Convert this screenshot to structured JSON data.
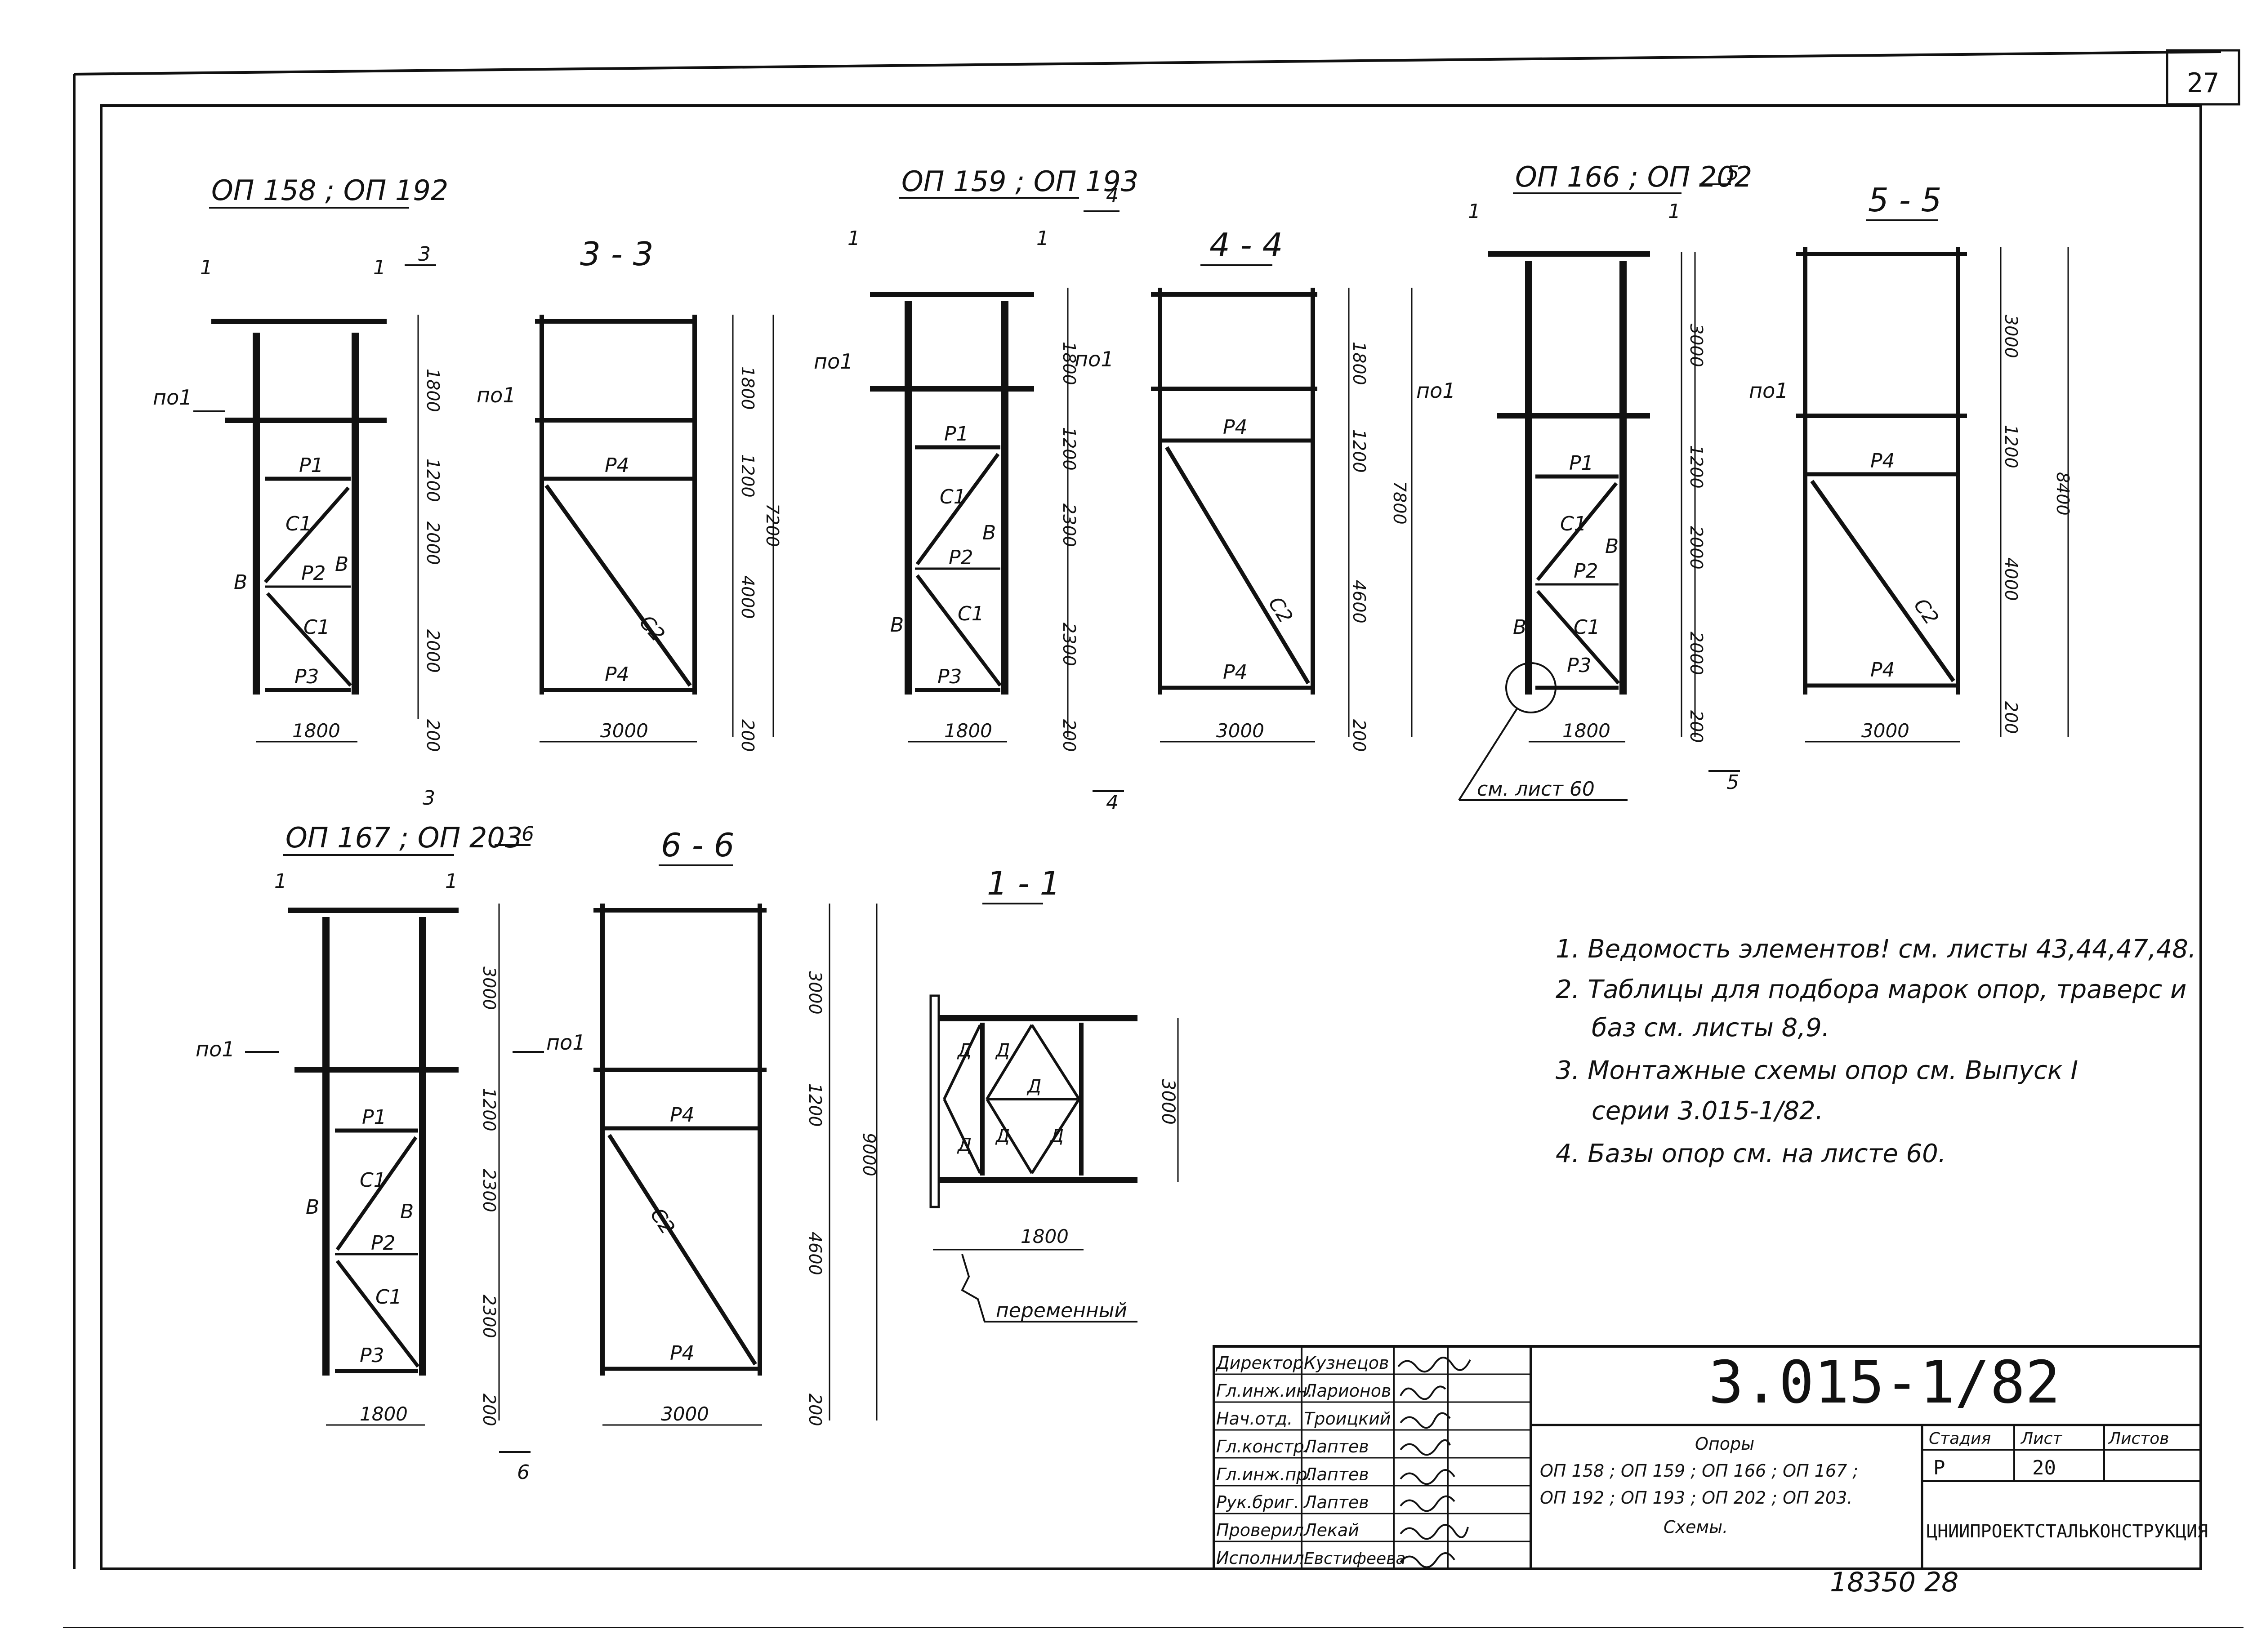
{
  "sheet_number": "27",
  "frames": [
    {
      "title": "ОП 158 ; ОП 192",
      "section_label": "3",
      "cut_mark": "1",
      "platform_mark": "по1",
      "dims_right": [
        "1800",
        "1200",
        "2000",
        "2000",
        "200"
      ],
      "total_height": "",
      "width": "1800",
      "members": {
        "top": "Р1",
        "mid": "Р2",
        "bottom": "Р3",
        "diag": "С1",
        "post": "В"
      }
    },
    {
      "title": "ОП 159 ; ОП 193",
      "section_label": "4",
      "cut_mark": "1",
      "platform_mark": "по1",
      "dims_right": [
        "1800",
        "1200",
        "2300",
        "2300",
        "200"
      ],
      "total_height": "",
      "width": "1800",
      "members": {
        "top": "Р1",
        "mid": "Р2",
        "bottom": "Р3",
        "diag": "С1",
        "post": "В"
      }
    },
    {
      "title": "ОП 166 ; ОП 202",
      "section_label": "5",
      "cut_mark": "1",
      "platform_mark": "по1",
      "dims_right": [
        "3000",
        "1200",
        "2000",
        "2000",
        "200"
      ],
      "total_height": "",
      "width": "1800",
      "members": {
        "top": "Р1",
        "mid": "Р2",
        "bottom": "Р3",
        "diag": "С1",
        "post": "В"
      }
    },
    {
      "title": "ОП 167 ; ОП 203",
      "section_label": "6",
      "cut_mark": "1",
      "platform_mark": "по1",
      "dims_right": [
        "3000",
        "1200",
        "2300",
        "2300",
        "200"
      ],
      "total_height": "",
      "width": "1800",
      "members": {
        "top": "Р1",
        "mid": "Р2",
        "bottom": "Р3",
        "diag": "С1",
        "post": "В"
      }
    }
  ],
  "sections": [
    {
      "title": "3 - 3",
      "dims_right": [
        "1800",
        "1200",
        "4000",
        "200"
      ],
      "total_height": "7200",
      "width": "3000",
      "members": {
        "top": "Р4",
        "bottom": "Р4",
        "diag": "С2"
      },
      "section_label": "3"
    },
    {
      "title": "4 - 4",
      "dims_right": [
        "1800",
        "1200",
        "4600",
        "200"
      ],
      "total_height": "7800",
      "width": "3000",
      "members": {
        "top": "Р4",
        "bottom": "Р4",
        "diag": "С2"
      },
      "section_label": "4"
    },
    {
      "title": "5 - 5",
      "dims_right": [
        "3000",
        "1200",
        "4000",
        "200"
      ],
      "total_height": "8400",
      "width": "3000",
      "members": {
        "top": "Р4",
        "bottom": "Р4",
        "diag": "С2"
      },
      "section_label": "5"
    },
    {
      "title": "6 - 6",
      "dims_right": [
        "3000",
        "1200",
        "4600",
        "200"
      ],
      "total_height": "9000",
      "width": "3000",
      "members": {
        "top": "Р4",
        "bottom": "Р4",
        "diag": "С2"
      },
      "section_label": "6"
    }
  ],
  "plan": {
    "title": "1 - 1",
    "width": "1800",
    "height": "3000",
    "member": "Д",
    "note": "переменный"
  },
  "base_ref": "см. лист 60",
  "notes": [
    "1. Ведомость элементов! см. листы 43,44,47,48.",
    "2. Таблицы для подбора марок опор, траверс и",
    "баз см. листы 8,9.",
    "3. Монтажные схемы опор см. Выпуск I",
    "серии 3.015-1/82.",
    "4. Базы опор см. на листе 60."
  ],
  "title_block": {
    "code": "3.015-1/82",
    "roles": [
      "Директор",
      "Гл.инж.ин.",
      "Нач.отд.",
      "Гл.констр.",
      "Гл.инж.пр.",
      "Рук.бриг.",
      "Проверил",
      "Исполнил"
    ],
    "names": [
      "Кузнецов",
      "Ларионов",
      "Троицкий",
      "Лаптев",
      "Лаптев",
      "Лаптев",
      "Лекай",
      "Евстифеева"
    ],
    "desc_lines": [
      "Опоры",
      "ОП 158 ; ОП 159 ; ОП 166 ; ОП 167 ;",
      "ОП 192 ; ОП 193 ; ОП 202 ; ОП 203.",
      "Схемы."
    ],
    "stage_label": "Стадия",
    "sheet_label": "Лист",
    "sheets_label": "Листов",
    "stage": "Р",
    "sheet": "20",
    "sheets": "",
    "org": "ЦНИИПРОЕКТСТАЛЬКОНСТРУКЦИЯ"
  },
  "archive_number": "18350 28"
}
